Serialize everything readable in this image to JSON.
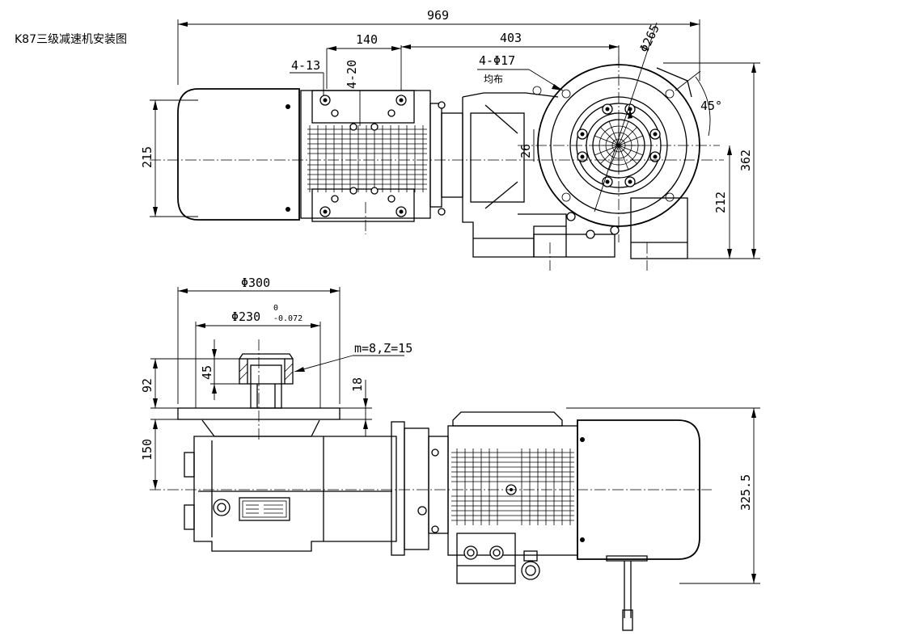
{
  "title": "K87三级减速机安装图",
  "dimensions": {
    "overall_length": "969",
    "motor_flange_span": "140",
    "output_offset": "403",
    "terminal_holes": "4-13",
    "terminal_holes_b": "4-20",
    "mount_holes": "4-Φ17",
    "mount_holes_note": "均布",
    "pcd": "Φ265",
    "angle": "45°",
    "motor_height": "215",
    "flange_height": "362",
    "center_height": "212",
    "key_offset": "26",
    "flange_dia": "Φ300",
    "spigot_dia": "Φ230",
    "spigot_tol_upper": "0",
    "spigot_tol_lower": "-0.072",
    "gear_spec": "m=8,Z=15",
    "gear_height": "92",
    "gear_width": "45",
    "spigot_depth": "18",
    "shaft_height": "150",
    "total_height": "325.5"
  }
}
